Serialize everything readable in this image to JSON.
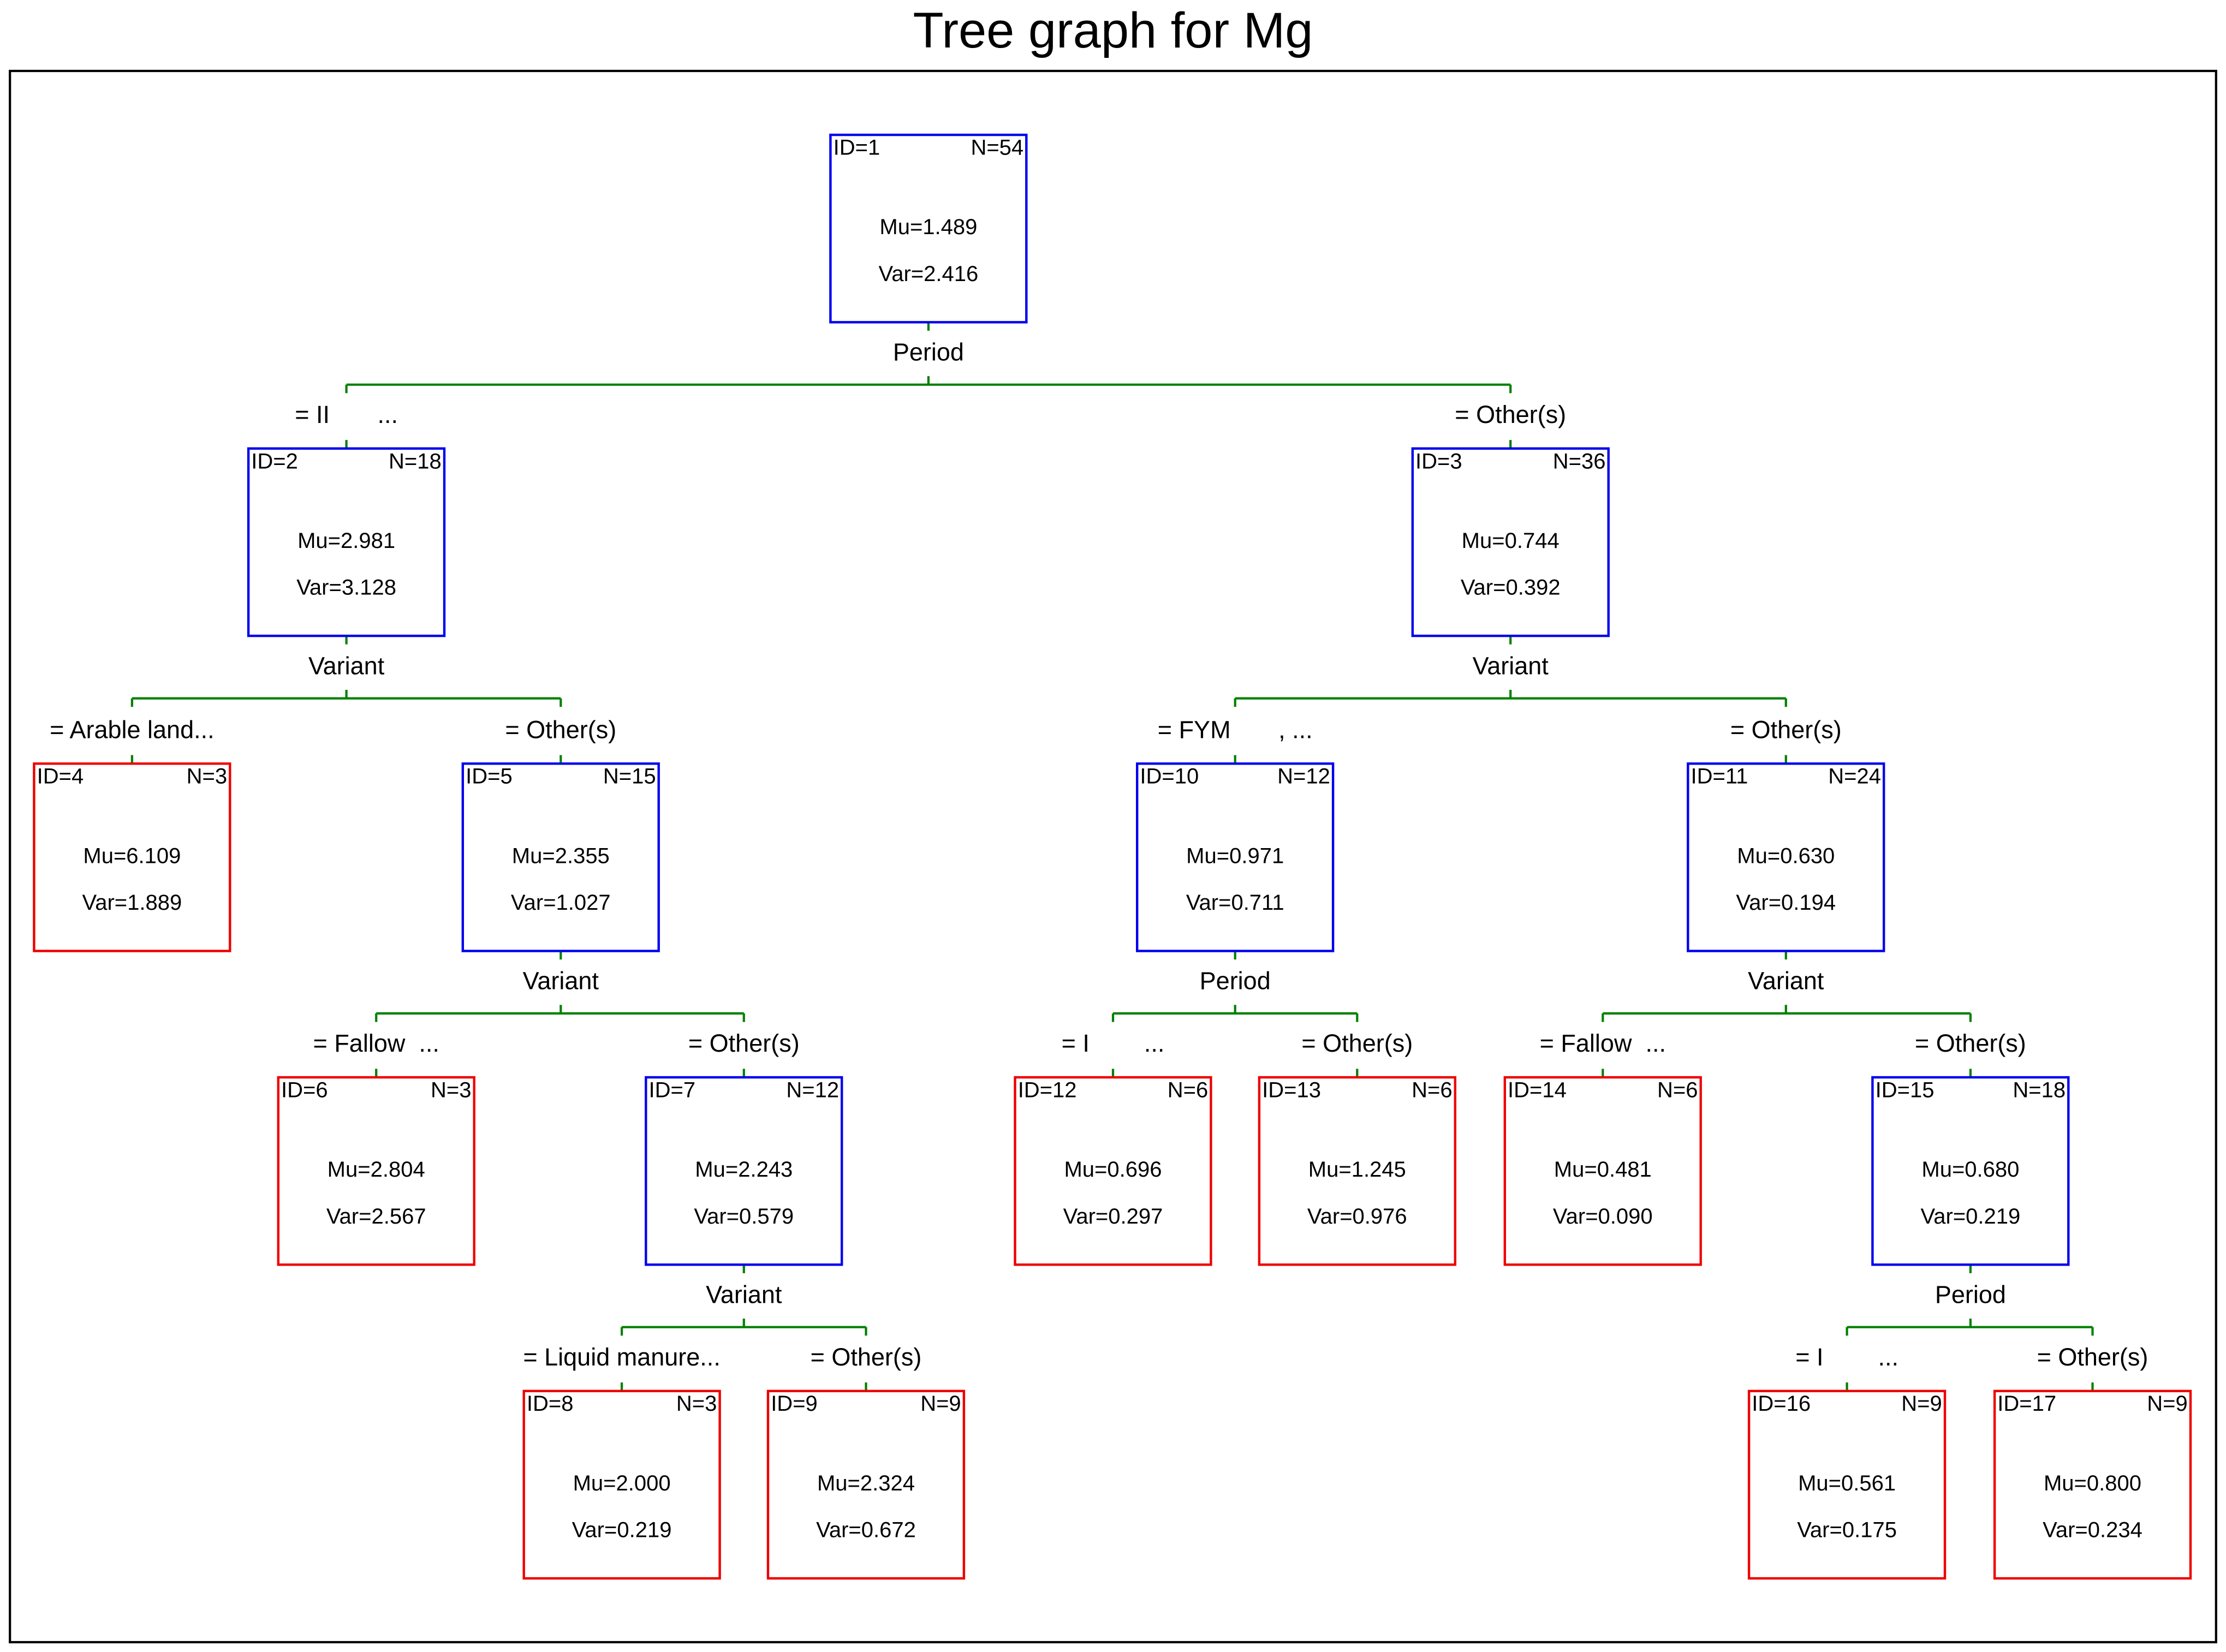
{
  "title": "Tree graph for Mg",
  "colors": {
    "split_node": "#0000ee",
    "terminal_node": "#ee0000",
    "connector": "#008000",
    "frame": "#000000"
  },
  "nodes": [
    {
      "id": "ID=1",
      "n": "N=54",
      "mu": "Mu=1.489",
      "var": "Var=2.416",
      "kind": "split",
      "split_var": "Period"
    },
    {
      "id": "ID=2",
      "n": "N=18",
      "mu": "Mu=2.981",
      "var": "Var=3.128",
      "kind": "split",
      "split_var": "Variant"
    },
    {
      "id": "ID=3",
      "n": "N=36",
      "mu": "Mu=0.744",
      "var": "Var=0.392",
      "kind": "split",
      "split_var": "Variant"
    },
    {
      "id": "ID=4",
      "n": "N=3",
      "mu": "Mu=6.109",
      "var": "Var=1.889",
      "kind": "terminal",
      "split_var": ""
    },
    {
      "id": "ID=5",
      "n": "N=15",
      "mu": "Mu=2.355",
      "var": "Var=1.027",
      "kind": "split",
      "split_var": "Variant"
    },
    {
      "id": "ID=10",
      "n": "N=12",
      "mu": "Mu=0.971",
      "var": "Var=0.711",
      "kind": "split",
      "split_var": "Period"
    },
    {
      "id": "ID=11",
      "n": "N=24",
      "mu": "Mu=0.630",
      "var": "Var=0.194",
      "kind": "split",
      "split_var": "Variant"
    },
    {
      "id": "ID=6",
      "n": "N=3",
      "mu": "Mu=2.804",
      "var": "Var=2.567",
      "kind": "terminal",
      "split_var": ""
    },
    {
      "id": "ID=7",
      "n": "N=12",
      "mu": "Mu=2.243",
      "var": "Var=0.579",
      "kind": "split",
      "split_var": "Variant"
    },
    {
      "id": "ID=12",
      "n": "N=6",
      "mu": "Mu=0.696",
      "var": "Var=0.297",
      "kind": "terminal",
      "split_var": ""
    },
    {
      "id": "ID=13",
      "n": "N=6",
      "mu": "Mu=1.245",
      "var": "Var=0.976",
      "kind": "terminal",
      "split_var": ""
    },
    {
      "id": "ID=14",
      "n": "N=6",
      "mu": "Mu=0.481",
      "var": "Var=0.090",
      "kind": "terminal",
      "split_var": ""
    },
    {
      "id": "ID=15",
      "n": "N=18",
      "mu": "Mu=0.680",
      "var": "Var=0.219",
      "kind": "split",
      "split_var": "Period"
    },
    {
      "id": "ID=8",
      "n": "N=3",
      "mu": "Mu=2.000",
      "var": "Var=0.219",
      "kind": "terminal",
      "split_var": ""
    },
    {
      "id": "ID=9",
      "n": "N=9",
      "mu": "Mu=2.324",
      "var": "Var=0.672",
      "kind": "terminal",
      "split_var": ""
    },
    {
      "id": "ID=16",
      "n": "N=9",
      "mu": "Mu=0.561",
      "var": "Var=0.175",
      "kind": "terminal",
      "split_var": ""
    },
    {
      "id": "ID=17",
      "n": "N=9",
      "mu": "Mu=0.800",
      "var": "Var=0.234",
      "kind": "terminal",
      "split_var": ""
    }
  ],
  "branches": [
    {
      "from": "ID=1",
      "to": "ID=2",
      "label": "= II       ..."
    },
    {
      "from": "ID=1",
      "to": "ID=3",
      "label": "= Other(s)"
    },
    {
      "from": "ID=2",
      "to": "ID=4",
      "label": "= Arable land..."
    },
    {
      "from": "ID=2",
      "to": "ID=5",
      "label": "= Other(s)"
    },
    {
      "from": "ID=3",
      "to": "ID=10",
      "label": "= FYM       , ..."
    },
    {
      "from": "ID=3",
      "to": "ID=11",
      "label": "= Other(s)"
    },
    {
      "from": "ID=5",
      "to": "ID=6",
      "label": "= Fallow  ..."
    },
    {
      "from": "ID=5",
      "to": "ID=7",
      "label": "= Other(s)"
    },
    {
      "from": "ID=10",
      "to": "ID=12",
      "label": "= I        ..."
    },
    {
      "from": "ID=10",
      "to": "ID=13",
      "label": "= Other(s)"
    },
    {
      "from": "ID=11",
      "to": "ID=14",
      "label": "= Fallow  ..."
    },
    {
      "from": "ID=11",
      "to": "ID=15",
      "label": "= Other(s)"
    },
    {
      "from": "ID=7",
      "to": "ID=8",
      "label": "= Liquid manure..."
    },
    {
      "from": "ID=7",
      "to": "ID=9",
      "label": "= Other(s)"
    },
    {
      "from": "ID=15",
      "to": "ID=16",
      "label": "= I        ..."
    },
    {
      "from": "ID=15",
      "to": "ID=17",
      "label": "= Other(s)"
    }
  ]
}
